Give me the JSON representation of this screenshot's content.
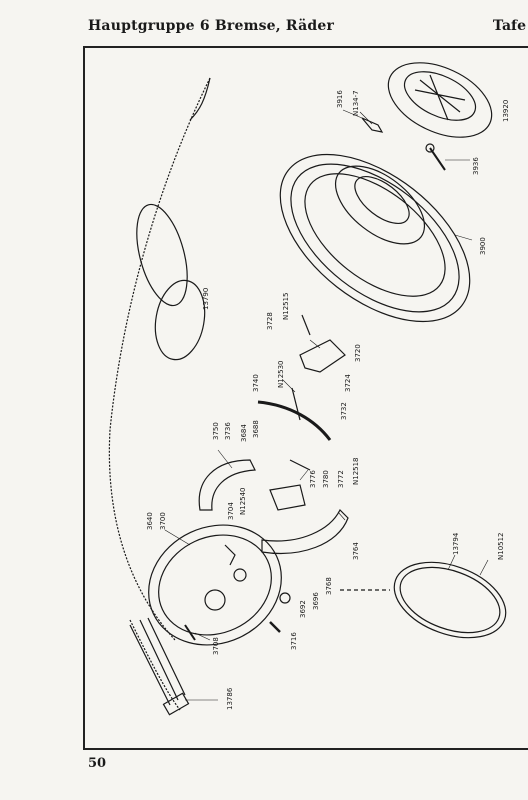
{
  "header": {
    "title": "Hauptgruppe 6 Bremse, Räder",
    "tafel": "Tafe"
  },
  "page_number": "50",
  "part_labels": [
    "3916",
    "N134-7",
    "13920",
    "3936",
    "3900",
    "13790",
    "N12515",
    "3728",
    "3720",
    "3724",
    "3740",
    "N12530",
    "3732",
    "3750",
    "3736",
    "3684",
    "3688",
    "N12518",
    "3772",
    "3780",
    "3776",
    "3640",
    "3700",
    "3704",
    "N12540",
    "3764",
    "13794",
    "N10512",
    "3696",
    "3692",
    "3768",
    "3716",
    "3708",
    "13786"
  ]
}
